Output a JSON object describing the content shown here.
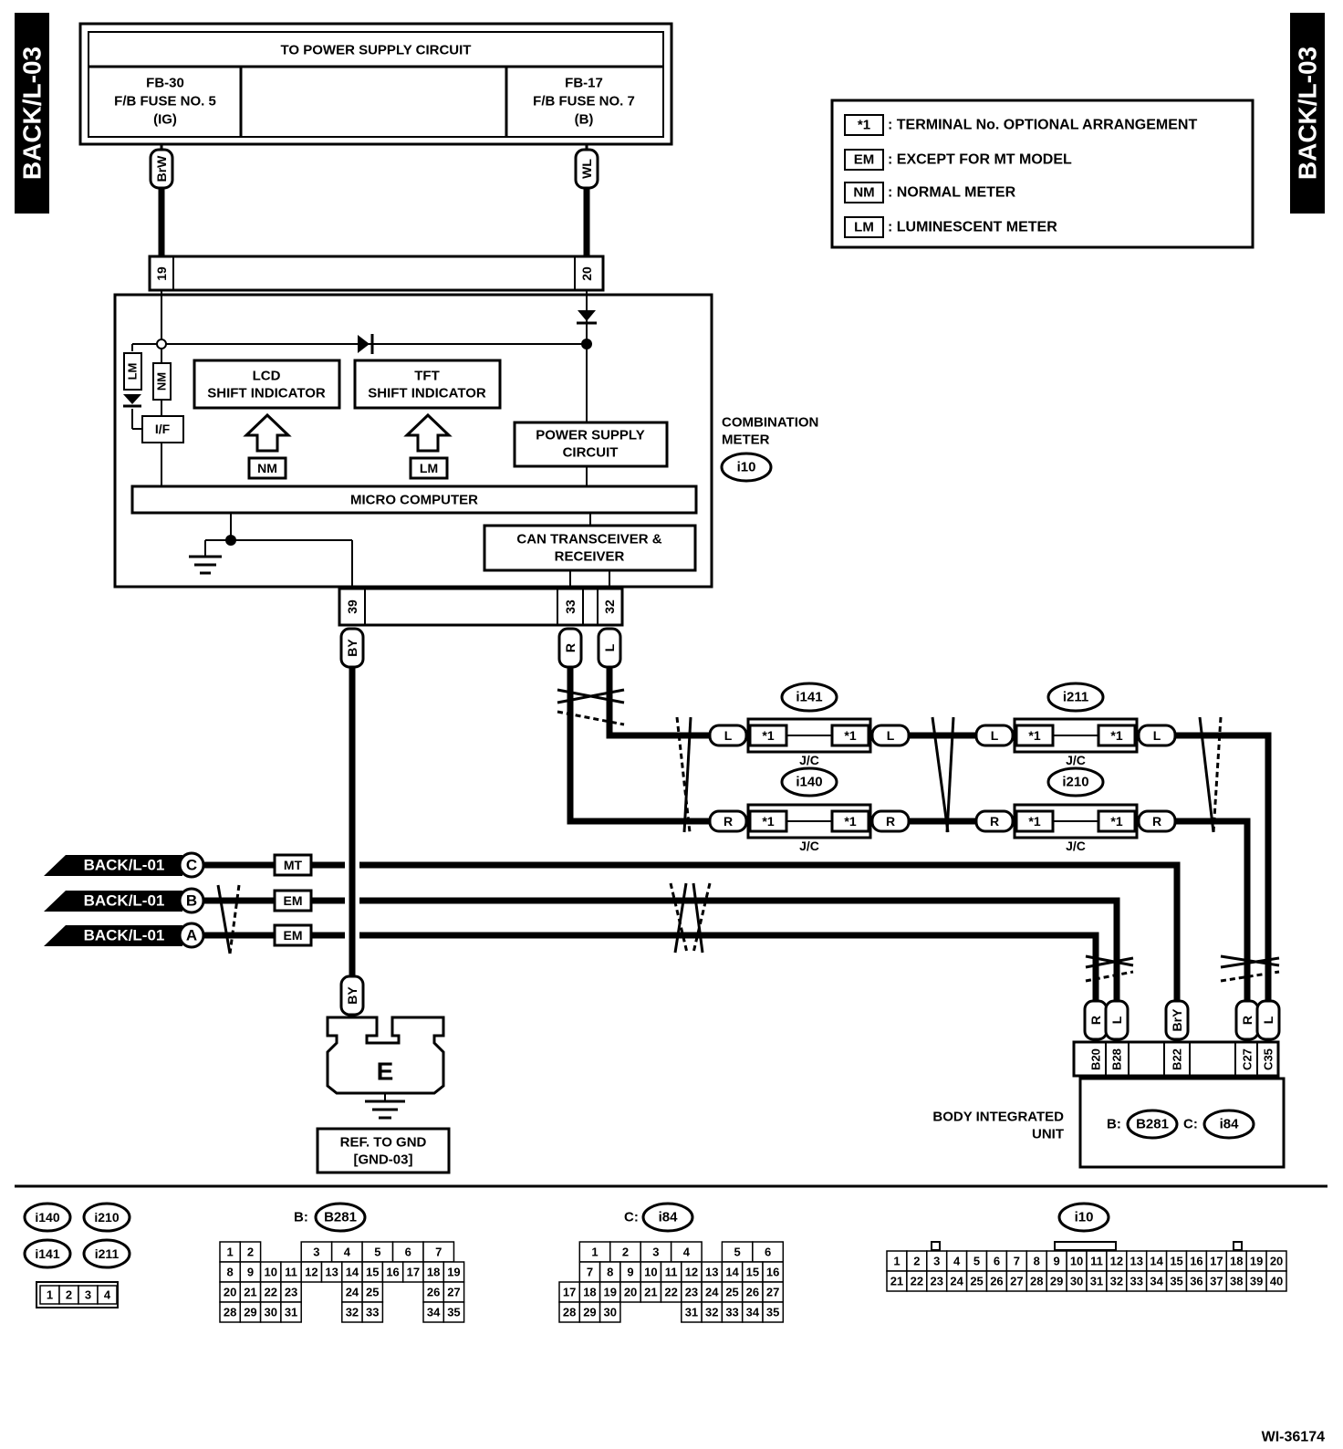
{
  "side_tab": "BACK/L-03",
  "power_supply": {
    "title": "TO POWER SUPPLY CIRCUIT",
    "left_fuse": [
      "FB-30",
      "F/B FUSE NO. 5",
      "(IG)"
    ],
    "right_fuse": [
      "FB-17",
      "F/B FUSE NO. 7",
      "(B)"
    ]
  },
  "legend": [
    {
      "symbol": "*1",
      "text": ": TERMINAL No. OPTIONAL ARRANGEMENT"
    },
    {
      "symbol": "EM",
      "text": ": EXCEPT FOR MT MODEL"
    },
    {
      "symbol": "NM",
      "text": ": NORMAL METER"
    },
    {
      "symbol": "LM",
      "text": ": LUMINESCENT METER"
    }
  ],
  "meter": {
    "label": [
      "COMBINATION",
      "METER"
    ],
    "connector": "i10",
    "pins_top": [
      "19",
      "20"
    ],
    "pins_bottom": [
      "39",
      "33",
      "32"
    ],
    "lcd": [
      "LCD",
      "SHIFT INDICATOR"
    ],
    "tft": [
      "TFT",
      "SHIFT INDICATOR"
    ],
    "lcd_tag": "NM",
    "tft_tag": "LM",
    "lm_tag": "LM",
    "nm_tag": "NM",
    "iface": "I/F",
    "power": [
      "POWER SUPPLY",
      "CIRCUIT"
    ],
    "micro": "MICRO COMPUTER",
    "can": [
      "CAN TRANSCEIVER &",
      "RECEIVER"
    ]
  },
  "wire_colors": {
    "ig": "BrW",
    "batt": "WL",
    "ground": "BY",
    "can_low": "R",
    "can_high": "L",
    "mt_line": "BrY"
  },
  "joint_connectors": [
    {
      "name": "i141",
      "wire": "L",
      "pin": "*1",
      "label": "J/C"
    },
    {
      "name": "i211",
      "wire": "L",
      "pin": "*1",
      "label": "J/C"
    },
    {
      "name": "i140",
      "wire": "R",
      "pin": "*1",
      "label": "J/C"
    },
    {
      "name": "i210",
      "wire": "R",
      "pin": "*1",
      "label": "J/C"
    }
  ],
  "refs": [
    {
      "ref": "BACK/L-01",
      "letter": "C",
      "tag": "MT"
    },
    {
      "ref": "BACK/L-01",
      "letter": "B",
      "tag": "EM"
    },
    {
      "ref": "BACK/L-01",
      "letter": "A",
      "tag": "EM"
    }
  ],
  "ground": {
    "letter": "E",
    "ref": [
      "REF. TO GND",
      "[GND-03]"
    ]
  },
  "biu": {
    "label": [
      "BODY INTEGRATED",
      "UNIT"
    ],
    "b_prefix": "B:",
    "b_conn": "B281",
    "c_prefix": "C:",
    "c_conn": "i84",
    "wire_tags": [
      "R",
      "L",
      "BrY",
      "R",
      "L"
    ],
    "pins": [
      "B20",
      "B28",
      "B22",
      "C27",
      "C35"
    ]
  },
  "connector_views": {
    "jc_names": [
      "i140",
      "i210",
      "i141",
      "i211"
    ],
    "jc_pins": [
      "1",
      "2",
      "3",
      "4"
    ],
    "b281": {
      "prefix": "B:",
      "name": "B281",
      "rows": [
        [
          "1",
          "2",
          "",
          "3",
          "4",
          "5",
          "6",
          "7"
        ],
        [
          "8",
          "9",
          "10",
          "11",
          "12",
          "13",
          "14",
          "15",
          "16",
          "17",
          "18",
          "19"
        ],
        [
          "20",
          "21",
          "22",
          "23",
          "24",
          "25",
          "26",
          "27"
        ],
        [
          "28",
          "29",
          "30",
          "31",
          "32",
          "33",
          "34",
          "35"
        ]
      ]
    },
    "i84": {
      "prefix": "C:",
      "name": "i84",
      "rows": [
        [
          "1",
          "2",
          "3",
          "4",
          "5",
          "6"
        ],
        [
          "7",
          "8",
          "9",
          "10",
          "11",
          "12",
          "13",
          "14",
          "15",
          "16"
        ],
        [
          "17",
          "18",
          "19",
          "20",
          "21",
          "22",
          "23",
          "24",
          "25",
          "26",
          "27"
        ],
        [
          "28",
          "29",
          "30",
          "31",
          "32",
          "33",
          "34",
          "35"
        ]
      ]
    },
    "i10": {
      "name": "i10",
      "rows": [
        [
          "1",
          "2",
          "3",
          "4",
          "5",
          "6",
          "7",
          "8",
          "9",
          "10",
          "11",
          "12",
          "13",
          "14",
          "15",
          "16",
          "17",
          "18",
          "19",
          "20"
        ],
        [
          "21",
          "22",
          "23",
          "24",
          "25",
          "26",
          "27",
          "28",
          "29",
          "30",
          "31",
          "32",
          "33",
          "34",
          "35",
          "36",
          "37",
          "38",
          "39",
          "40"
        ]
      ]
    }
  },
  "figure_id": "WI-36174"
}
